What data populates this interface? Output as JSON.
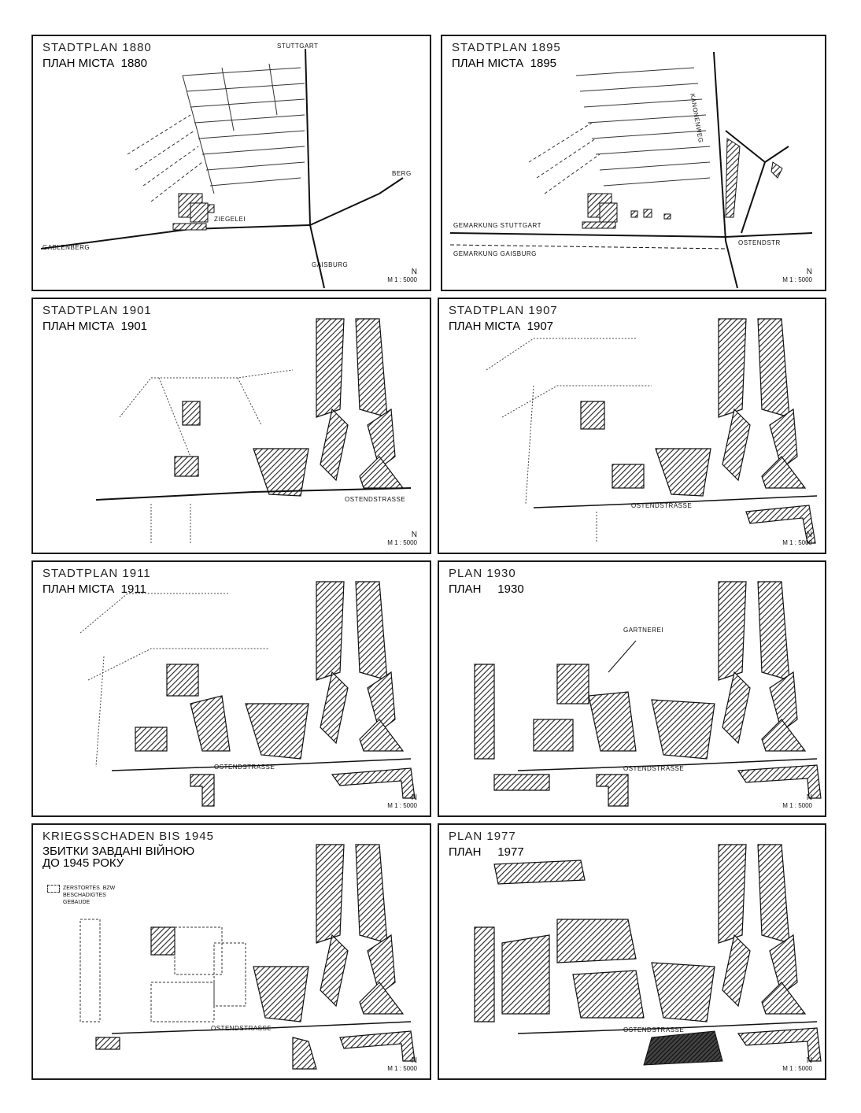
{
  "panels": [
    {
      "id": "p1880",
      "title_de": "STADTPLAN  1880",
      "title_ua": "ПЛАН МІСТА  1880",
      "labels": {
        "stuttgart": "STUTTGART",
        "berg": "BERG",
        "ziegelei": "ZIEGELEI",
        "gablenberg": "GABLENBERG",
        "gaisburg": "GAISBURG"
      },
      "scale_n": "N",
      "scale": "M 1 : 5000"
    },
    {
      "id": "p1895",
      "title_de": "STADTPLAN  1895",
      "title_ua": "ПЛАН МІСТА  1895",
      "labels": {
        "kanonenweg": "KANONENWEG",
        "gem_stuttgart": "GEMARKUNG  STUTTGART",
        "gem_gaisburg": "GEMARKUNG  GAISBURG",
        "ostendstr": "OSTENDSTR"
      },
      "scale_n": "N",
      "scale": "M 1 : 5000"
    },
    {
      "id": "p1901",
      "title_de": "STADTPLAN  1901",
      "title_ua": "ПЛАН МІСТА  1901",
      "labels": {
        "ostendstrasse": "OSTENDSTRASSE"
      },
      "scale_n": "N",
      "scale": "M 1 : 5000"
    },
    {
      "id": "p1907",
      "title_de": "STADTPLAN  1907",
      "title_ua": "ПЛАН МІСТА  1907",
      "labels": {
        "ostendstrasse": "OSTENDSTRASSE"
      },
      "scale_n": "N",
      "scale": "M 1 : 5000"
    },
    {
      "id": "p1911",
      "title_de": "STADTPLAN  1911",
      "title_ua": "ПЛАН МІСТА  1911",
      "labels": {
        "ostendstrasse": "OSTENDSTRASSE"
      },
      "scale_n": "N",
      "scale": "M 1 : 5000"
    },
    {
      "id": "p1930",
      "title_de": "PLAN    1930",
      "title_ua": "ПЛАН     1930",
      "labels": {
        "gartnerei": "GARTNEREI",
        "ostendstrasse": "OSTENDSTRASSE"
      },
      "scale_n": "N",
      "scale": "M 1 : 5000"
    },
    {
      "id": "p1945",
      "title_de": "KRIEGSSCHADEN  BIS  1945",
      "title_ua": "ЗБИТКИ ЗАВДАНІ ВІЙНОЮ\nДО 1945 РОКУ",
      "labels": {
        "ostendstrasse": "OSTENDSTRASSE"
      },
      "legend": "ZERSTORTES  BZW\nBESCHADIGTES\nGEBAUDE",
      "scale_n": "N",
      "scale": "M 1 : 5000"
    },
    {
      "id": "p1977",
      "title_de": "PLAN    1977",
      "title_ua": "ПЛАН     1977",
      "labels": {
        "ostendstrasse": "OSTENDSTRASSE"
      },
      "scale_n": "N",
      "scale": "M 1 : 5000"
    }
  ]
}
